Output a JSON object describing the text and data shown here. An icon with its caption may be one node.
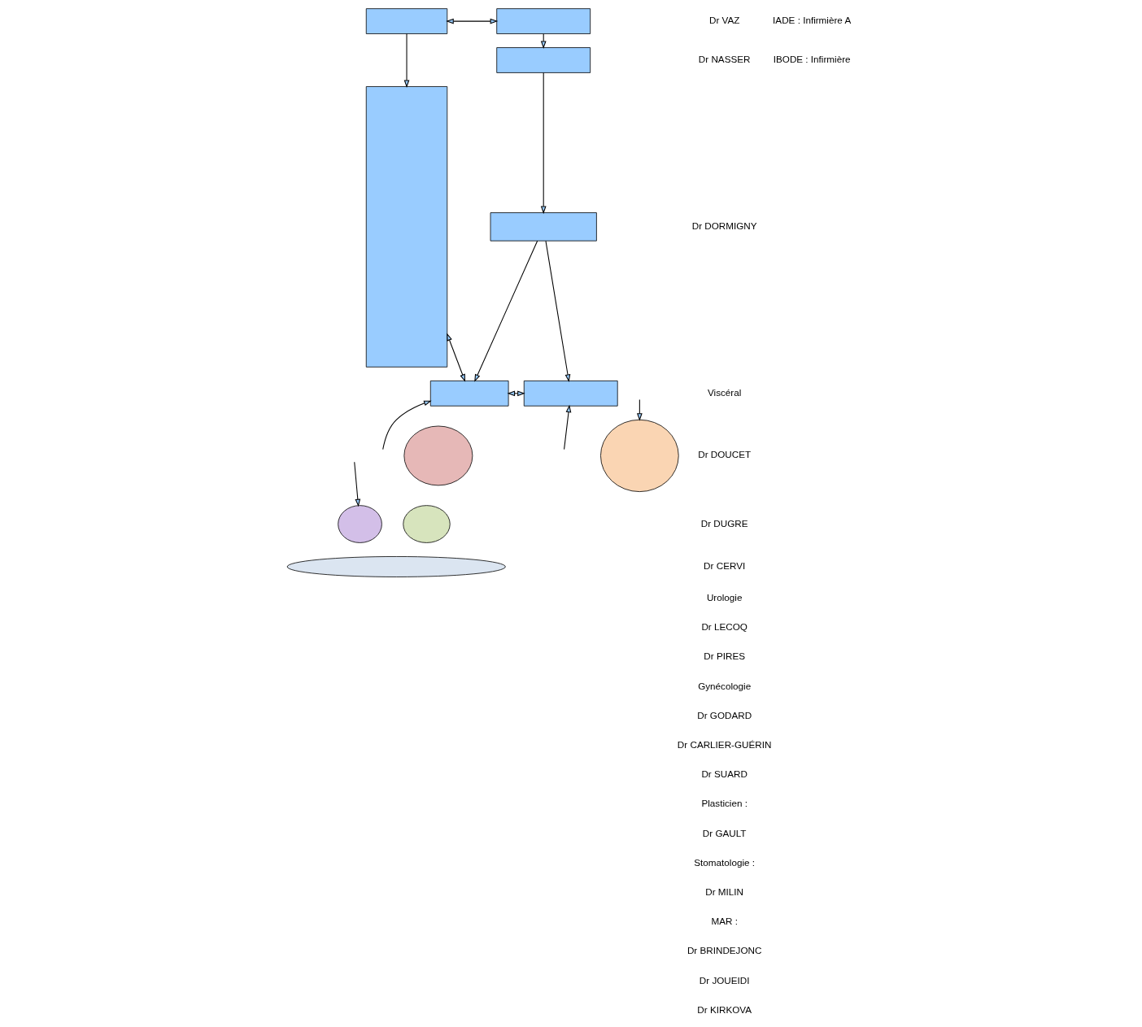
{
  "diagram": {
    "nodes": [
      {
        "text": [],
        "shape": "box"
      },
      {
        "text": [],
        "shape": "box"
      },
      {
        "text": [],
        "shape": "box"
      },
      {
        "text": [],
        "shape": "box"
      },
      {
        "text": [],
        "shape": "box"
      },
      {
        "text": [],
        "shape": "box"
      },
      {
        "text": [],
        "shape": "box"
      },
      {
        "text": [],
        "shape": "ellipse"
      },
      {
        "text": [],
        "shape": "ellipse"
      },
      {
        "text": [],
        "shape": "ellipse"
      },
      {
        "text": [],
        "shape": "ellipse"
      },
      {
        "text": [],
        "shape": "ellipse"
      }
    ],
    "edges": [
      {
        "from": 0,
        "to": 1,
        "arrow": "to"
      },
      {
        "from": 0,
        "to": 2,
        "arrow": "both"
      },
      {
        "from": 2,
        "to": 3,
        "arrow": "to"
      },
      {
        "from": 3,
        "to": 4,
        "arrow": "to"
      },
      {
        "from": 4,
        "to": 5,
        "arrow": "to"
      },
      {
        "from": 4,
        "to": 6,
        "arrow": "to"
      },
      {
        "from": 1,
        "to": 5,
        "arrow": "both"
      },
      {
        "from": 5,
        "to": 6,
        "arrow": "both"
      },
      {
        "from": null,
        "to": 5,
        "arrow": "to"
      },
      {
        "from": null,
        "to": 6,
        "arrow": "to"
      },
      {
        "from": null,
        "to": 10,
        "arrow": "to"
      },
      {
        "from": null,
        "to": 8,
        "arrow": "to"
      }
    ],
    "labels": [
      "Dr VAZ",
      "Dr NASSER",
      "Dr DORMIGNY",
      "Viscéral",
      "Dr DOUCET",
      "Dr DUGRE",
      "Dr CERVI",
      "Urologie",
      "Dr LECOQ",
      "Dr PIRES",
      "Gynécologie",
      "Dr GODARD",
      "Dr CARLIER-GUÉRIN",
      "Dr SUARD",
      "Plasticien :",
      "Dr GAULT",
      "Stomatologie :",
      "Dr MILIN",
      "MAR :",
      "Dr BRINDEJONC",
      "Dr JOUEIDI",
      "Dr KIRKOVA",
      "IADE : Infirmière A",
      "IBODE : Infirmière"
    ]
  }
}
